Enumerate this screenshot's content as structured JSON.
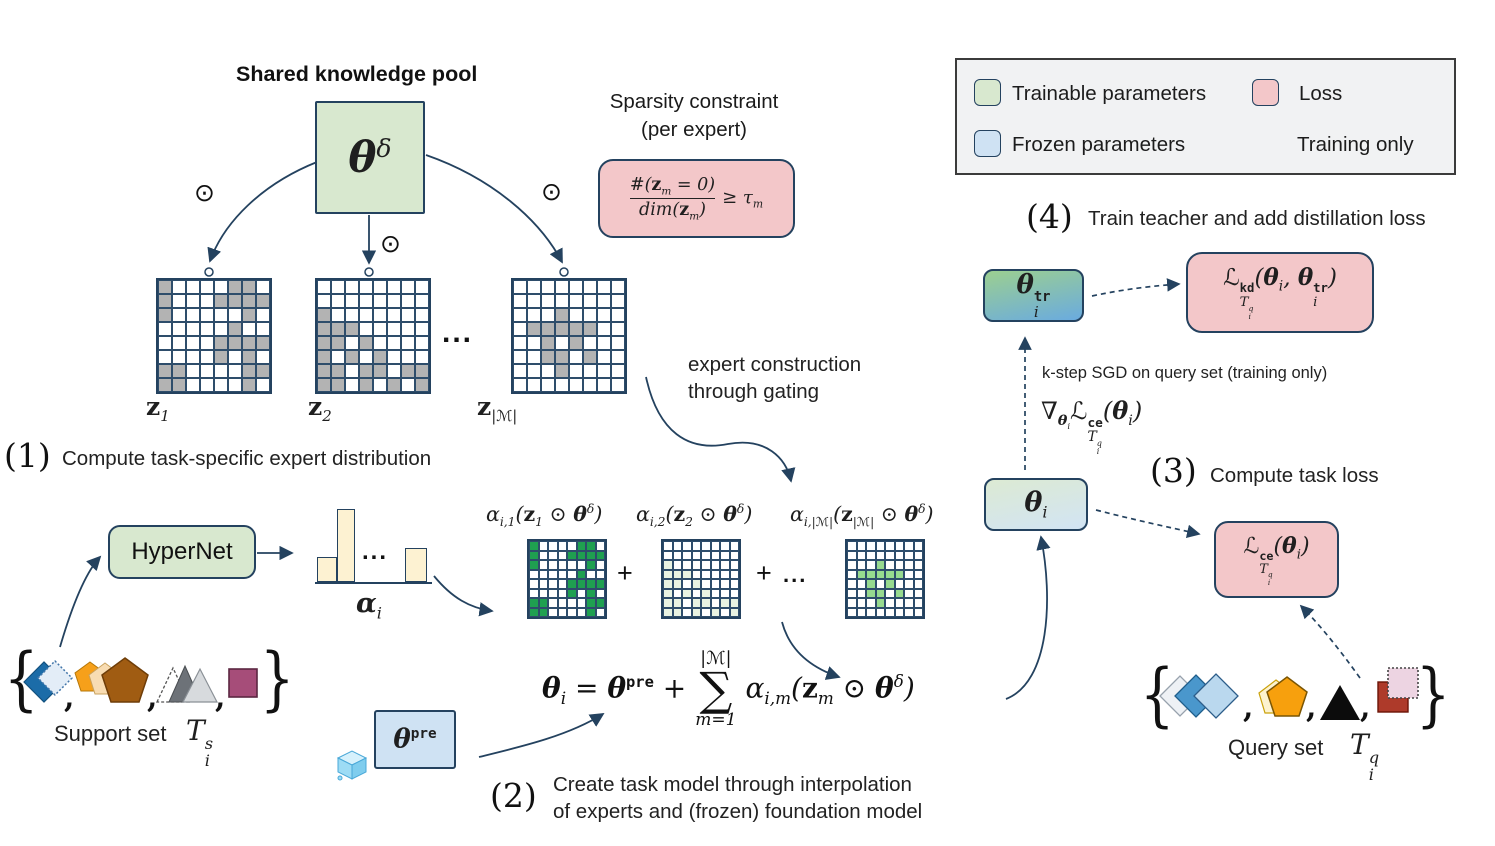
{
  "colors": {
    "green_box": "#d8e8cf",
    "blue_box": "#cfe2f3",
    "pink_box": "#f3c7c9",
    "legend_bg": "#f1f2f3",
    "navy": "#24425f",
    "mask_gray": "#b3b3b3",
    "expert_green_strong": "#1fa050",
    "expert_green_pale": "#e9f3e2",
    "expert_green_mid": "#97da8f",
    "bar_fill": "#fdf2d2",
    "teacher_grad_top": "#9ccf90",
    "teacher_grad_bottom": "#6aabdf",
    "task_grad_top": "#dcead3",
    "task_grad_bottom": "#d2e4f4",
    "support_diamond_back": "#1b6ca8",
    "support_diamond_front": "#e3edf7",
    "support_pent_back": "#f6a01a",
    "support_pent_mid": "#f8dcb2",
    "support_pent_front": "#a05c12",
    "support_tri_back": "#ffffff",
    "support_tri_mid": "#6d7278",
    "support_tri_front": "#d7dadd",
    "support_square": "#a64d79",
    "query_diamond_back": "#eef1f5",
    "query_diamond_mid": "#4a97cc",
    "query_diamond_front": "#bad8ee",
    "query_pent_back": "#fdf3cf",
    "query_pent_front": "#f7a00d",
    "query_triangle": "#0c0c0c",
    "query_square_back": "#ae3a2a",
    "query_square_front": "#edd4e2"
  },
  "pool": {
    "title": "Shared knowledge pool",
    "theta": "\\i{θ}^{δ}",
    "odot": "⊙"
  },
  "masks": {
    "dots": "...",
    "z1": "\\b{z}_{1}",
    "z2": "\\b{z}_{2}",
    "zM": "\\b{z}_{|ℳ|}"
  },
  "grids": [
    {
      "id": "z1",
      "cell": 14,
      "on": "#b3b3b3",
      "pattern": [
        "10000110",
        "10001111",
        "10000010",
        "00000100",
        "00001111",
        "00001010",
        "11000011",
        "11000010"
      ]
    },
    {
      "id": "z2",
      "cell": 14,
      "on": "#b3b3b3",
      "pattern": [
        "00000000",
        "00000000",
        "10000000",
        "11100000",
        "11010000",
        "10101000",
        "11011011",
        "11010101"
      ]
    },
    {
      "id": "zM",
      "cell": 14,
      "on": "#b3b3b3",
      "pattern": [
        "00000000",
        "00000000",
        "00010000",
        "01111100",
        "00101000",
        "00110100",
        "00010000",
        "00000000"
      ]
    },
    {
      "id": "e1",
      "cell": 9.5,
      "on": "#1fa050",
      "pattern": [
        "10000110",
        "10001111",
        "10000010",
        "00000100",
        "00001111",
        "00001010",
        "11000011",
        "11000010"
      ]
    },
    {
      "id": "e2",
      "cell": 9.5,
      "on": "#e9f3e2",
      "pattern": [
        "00000000",
        "00000000",
        "10000000",
        "11100000",
        "11010000",
        "10101000",
        "11011011",
        "11010101"
      ]
    },
    {
      "id": "e3",
      "cell": 9.5,
      "on": "#97da8f",
      "pattern": [
        "00000000",
        "00000000",
        "00010000",
        "01111100",
        "00101000",
        "00110100",
        "00010000",
        "00000000"
      ]
    }
  ],
  "sparsity": {
    "title1": "Sparsity constraint",
    "title2": "(per expert)",
    "num": "#(\\b{z}_{m} = 0)",
    "den": "dim(\\b{z}_{m})",
    "rhs": "≥ τ_{m}"
  },
  "legend": {
    "trainable": "Trainable parameters",
    "loss": "Loss",
    "frozen": "Frozen parameters",
    "training_only": "Training only"
  },
  "steps": {
    "n1": "(1)",
    "t1": "Compute task-specific expert distribution",
    "n2": "(2)",
    "t2a": "Create task model through interpolation",
    "t2b": "of experts and (frozen) foundation model",
    "n3": "(3)",
    "t3": "Compute task loss",
    "n4": "(4)",
    "t4": "Train teacher and add distillation loss"
  },
  "hypernet": "HyperNet",
  "hist": {
    "label": "\\i{α}_{i}",
    "dots": "...",
    "bars": [
      25,
      73,
      34
    ]
  },
  "experts": {
    "l1": "α_{i,1}(\\b{z}_{1} ⊙ \\i{θ}^{δ})",
    "l2": "α_{i,2}(\\b{z}_{2} ⊙ \\i{θ}^{δ})",
    "l3": "α_{i,|ℳ|}(\\b{z}_{|ℳ|} ⊙ \\i{θ}^{δ})",
    "plus": "+",
    "dots": "..."
  },
  "gating": "expert construction through gating",
  "teacher": {
    "box": "\\i{θ}\\s{\\m{tr}}{i}",
    "loss": "ℒ\\s{\\m{kd}}{\\c{T}\\s{q}{i}}(\\i{θ}_{i}, \\i{θ}\\s{\\m{tr}}{i})"
  },
  "ksgd": {
    "text": "k-step SGD on query set (training only)",
    "formula": "∇_{\\i{θ}_{i}}ℒ\\s{\\m{ce}}{\\c{T}\\s{q}{i}}(\\i{θ}_{i})"
  },
  "taskmodel": "\\i{θ}_{i}",
  "taskloss": "ℒ\\s{\\m{ce}}{\\c{T}\\s{q}{i}}(\\i{θ}_{i})",
  "pretrained": "\\i{θ}^{\\m{pre}}",
  "formula": {
    "lhs": "\\i{θ}_{i} = \\i{θ}^{\\m{pre}} +",
    "sum_top": "|ℳ|",
    "sum": "∑",
    "sum_bot": "m=1",
    "rhs": "α_{i,m}(\\b{z}_{m} ⊙ \\i{θ}^{δ})"
  },
  "support": {
    "label": "Support set",
    "symbol": "\\c{T}\\s{s}{i}",
    "brace_l": "{",
    "brace_r": "}",
    "comma": ","
  },
  "query": {
    "label": "Query set",
    "symbol": "\\c{T}\\s{q}{i}",
    "brace_l": "{",
    "brace_r": "}",
    "comma": ","
  }
}
